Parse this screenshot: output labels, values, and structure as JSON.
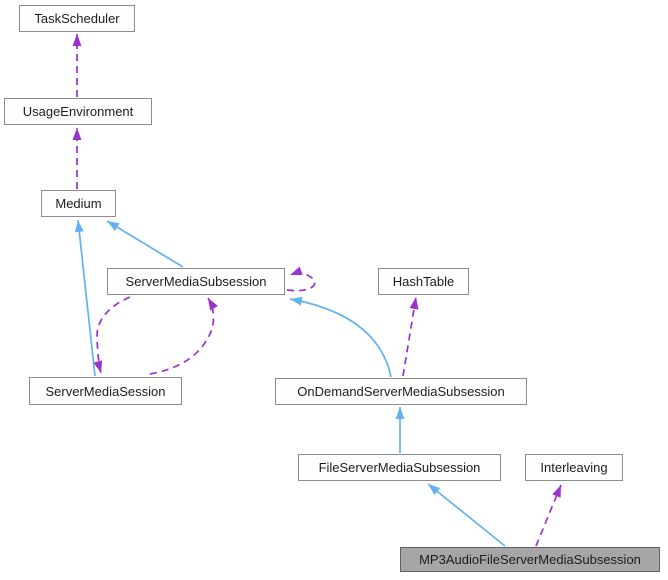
{
  "diagram": {
    "kind": "class-collaboration-diagram",
    "colors": {
      "inheritance_edge": "#63b1f2",
      "usage_edge": "#9a32cd",
      "node_border": "#8c8c8c",
      "node_fill": "#fefefe",
      "current_node_fill": "#a6a6a6",
      "current_node_border": "#616161",
      "text": "#1d1d1d",
      "background": "#ffffff"
    },
    "nodes": [
      {
        "id": "TaskScheduler",
        "label": "TaskScheduler",
        "current": false
      },
      {
        "id": "UsageEnvironment",
        "label": "UsageEnvironment",
        "current": false
      },
      {
        "id": "Medium",
        "label": "Medium",
        "current": false
      },
      {
        "id": "ServerMediaSubsession",
        "label": "ServerMediaSubsession",
        "current": false
      },
      {
        "id": "HashTable",
        "label": "HashTable",
        "current": false
      },
      {
        "id": "ServerMediaSession",
        "label": "ServerMediaSession",
        "current": false
      },
      {
        "id": "OnDemandServerMediaSubsession",
        "label": "OnDemandServerMediaSubsession",
        "current": false
      },
      {
        "id": "FileServerMediaSubsession",
        "label": "FileServerMediaSubsession",
        "current": false
      },
      {
        "id": "Interleaving",
        "label": "Interleaving",
        "current": false
      },
      {
        "id": "MP3AudioFileServerMediaSubsession",
        "label": "MP3AudioFileServerMediaSubsession",
        "current": true
      }
    ],
    "edges": [
      {
        "from": "Medium",
        "to": "UsageEnvironment",
        "type": "usage",
        "style": "dashed"
      },
      {
        "from": "UsageEnvironment",
        "to": "TaskScheduler",
        "type": "usage",
        "style": "dashed"
      },
      {
        "from": "ServerMediaSession",
        "to": "Medium",
        "type": "inheritance",
        "style": "solid"
      },
      {
        "from": "ServerMediaSubsession",
        "to": "Medium",
        "type": "inheritance",
        "style": "solid"
      },
      {
        "from": "ServerMediaSubsession",
        "to": "ServerMediaSession",
        "type": "usage",
        "style": "dashed"
      },
      {
        "from": "ServerMediaSession",
        "to": "ServerMediaSubsession",
        "type": "usage",
        "style": "dashed"
      },
      {
        "from": "ServerMediaSubsession",
        "to": "ServerMediaSubsession",
        "type": "usage",
        "style": "dashed"
      },
      {
        "from": "OnDemandServerMediaSubsession",
        "to": "ServerMediaSubsession",
        "type": "inheritance",
        "style": "solid"
      },
      {
        "from": "OnDemandServerMediaSubsession",
        "to": "HashTable",
        "type": "usage",
        "style": "dashed"
      },
      {
        "from": "FileServerMediaSubsession",
        "to": "OnDemandServerMediaSubsession",
        "type": "inheritance",
        "style": "solid"
      },
      {
        "from": "MP3AudioFileServerMediaSubsession",
        "to": "FileServerMediaSubsession",
        "type": "inheritance",
        "style": "solid"
      },
      {
        "from": "MP3AudioFileServerMediaSubsession",
        "to": "Interleaving",
        "type": "usage",
        "style": "dashed"
      }
    ]
  }
}
